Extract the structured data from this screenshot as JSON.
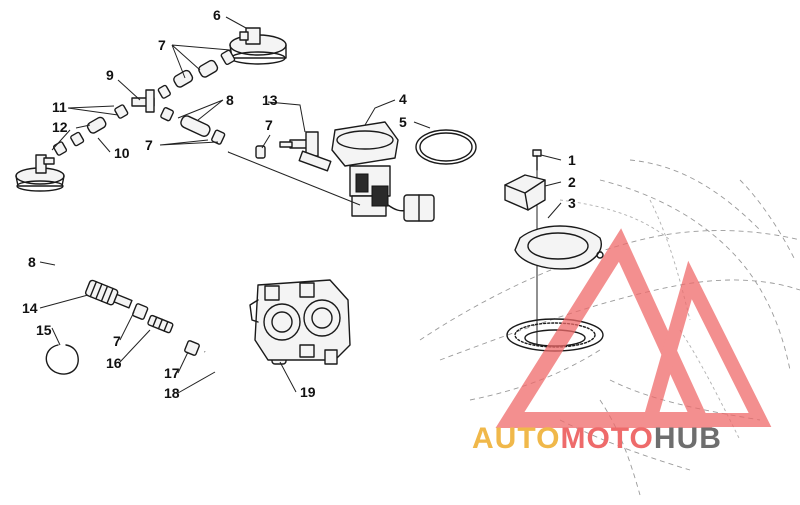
{
  "callouts": {
    "c1": "1",
    "c2": "2",
    "c3": "3",
    "c4": "4",
    "c5": "5",
    "c6": "6",
    "c7a": "7",
    "c7b": "7",
    "c7c": "7",
    "c7d": "7",
    "c8a": "8",
    "c8b": "8",
    "c9": "9",
    "c10": "10",
    "c11": "11",
    "c12": "12",
    "c13": "13",
    "c14": "14",
    "c15": "15",
    "c16": "16",
    "c17": "17",
    "c18": "18",
    "c19": "19"
  },
  "watermark": {
    "part1": "AUTO",
    "part2": "MOTO",
    "part3": "HUB",
    "color1": "#f0b84a",
    "color2": "#ee6b6b",
    "color3": "#6e6e6e",
    "logo_color": "#ef6a6a"
  }
}
